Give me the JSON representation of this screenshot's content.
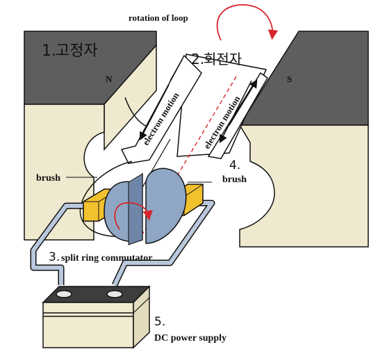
{
  "labels": {
    "rotation": "rotation of loop",
    "stator_num": "1.",
    "stator": "고정자",
    "rotor_num": "2.",
    "rotor": "회전자",
    "pole_n": "N",
    "pole_s": "S",
    "electron_left": "electron motion",
    "electron_right": "electron motion",
    "brush_left": "brush",
    "brush_right_num": "4.",
    "brush_right": "brush",
    "commutator_num": "3.",
    "commutator": "split ring commutator",
    "power_num": "5.",
    "power": "DC power supply"
  },
  "colors": {
    "magnet_top": "#5e5e5e",
    "magnet_face": "#efe9cf",
    "brush": "#f2c12e",
    "commutator": "#8fa6c4",
    "wire": "#b9c8dc",
    "battery_top": "#3d3d3d",
    "battery_body": "#f1ebd1",
    "arrow_red": "#d7262c"
  }
}
